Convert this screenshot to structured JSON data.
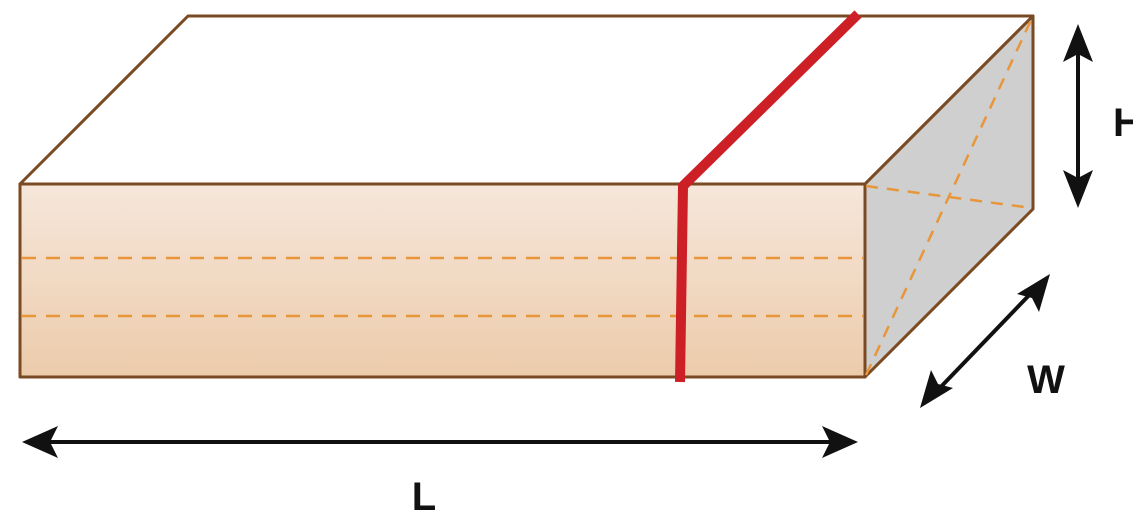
{
  "labels": {
    "length": "L",
    "width": "W",
    "height": "H"
  },
  "colors": {
    "outline": "#7a4a22",
    "top_face": "#ffffff",
    "front_face_light": "#f6e7db",
    "front_face_dark": "#eccbaa",
    "side_face": "#cfcfcf",
    "dashed_line": "#e8963a",
    "strap": "#cc1f26",
    "arrow": "#111111"
  },
  "icons": {
    "length_arrow": "double-headed-arrow-horizontal",
    "height_arrow": "double-headed-arrow-vertical",
    "width_arrow": "double-headed-arrow-diagonal"
  }
}
